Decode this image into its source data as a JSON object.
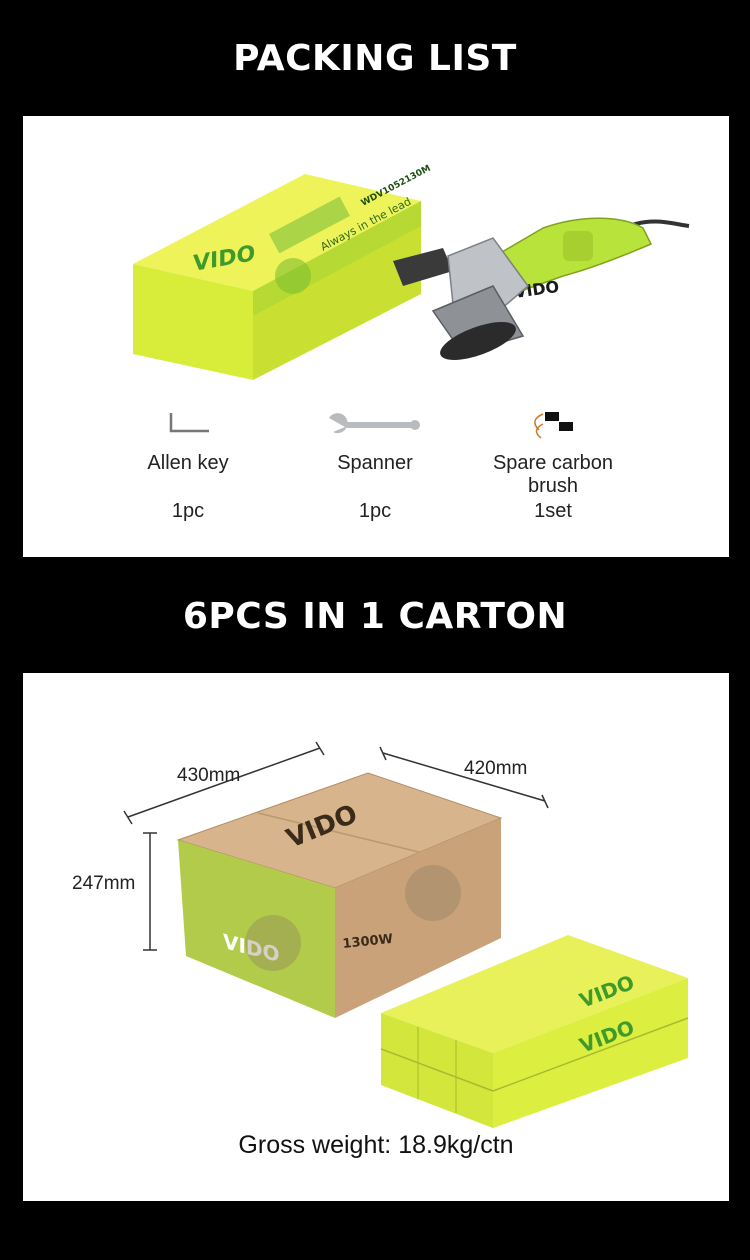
{
  "packing_list": {
    "title": "PACKING LIST",
    "product": {
      "box_brand": "VIDO",
      "box_slogan": "Always in the lead",
      "box_model": "WDV1052130M",
      "tool_brand": "VIDO"
    },
    "accessories": [
      {
        "name": "Allen key",
        "qty": "1pc",
        "icon": "allen-key-icon"
      },
      {
        "name": "Spanner",
        "qty": "1pc",
        "icon": "spanner-icon"
      },
      {
        "name": "Spare carbon brush",
        "qty": "1set",
        "icon": "carbon-brush-icon"
      }
    ]
  },
  "carton": {
    "title": "6PCS IN 1 CARTON",
    "dimensions": {
      "length": "430mm",
      "width": "420mm",
      "height": "247mm"
    },
    "carton_brand": "VIDO",
    "carton_power": "1300W",
    "gross_weight": "Gross weight: 18.9kg/ctn"
  },
  "colors": {
    "background": "#000000",
    "panel": "#ffffff",
    "accent_green": "#b5e234",
    "box_yellow": "#d9ec3c",
    "kraft": "#c9a27a"
  }
}
